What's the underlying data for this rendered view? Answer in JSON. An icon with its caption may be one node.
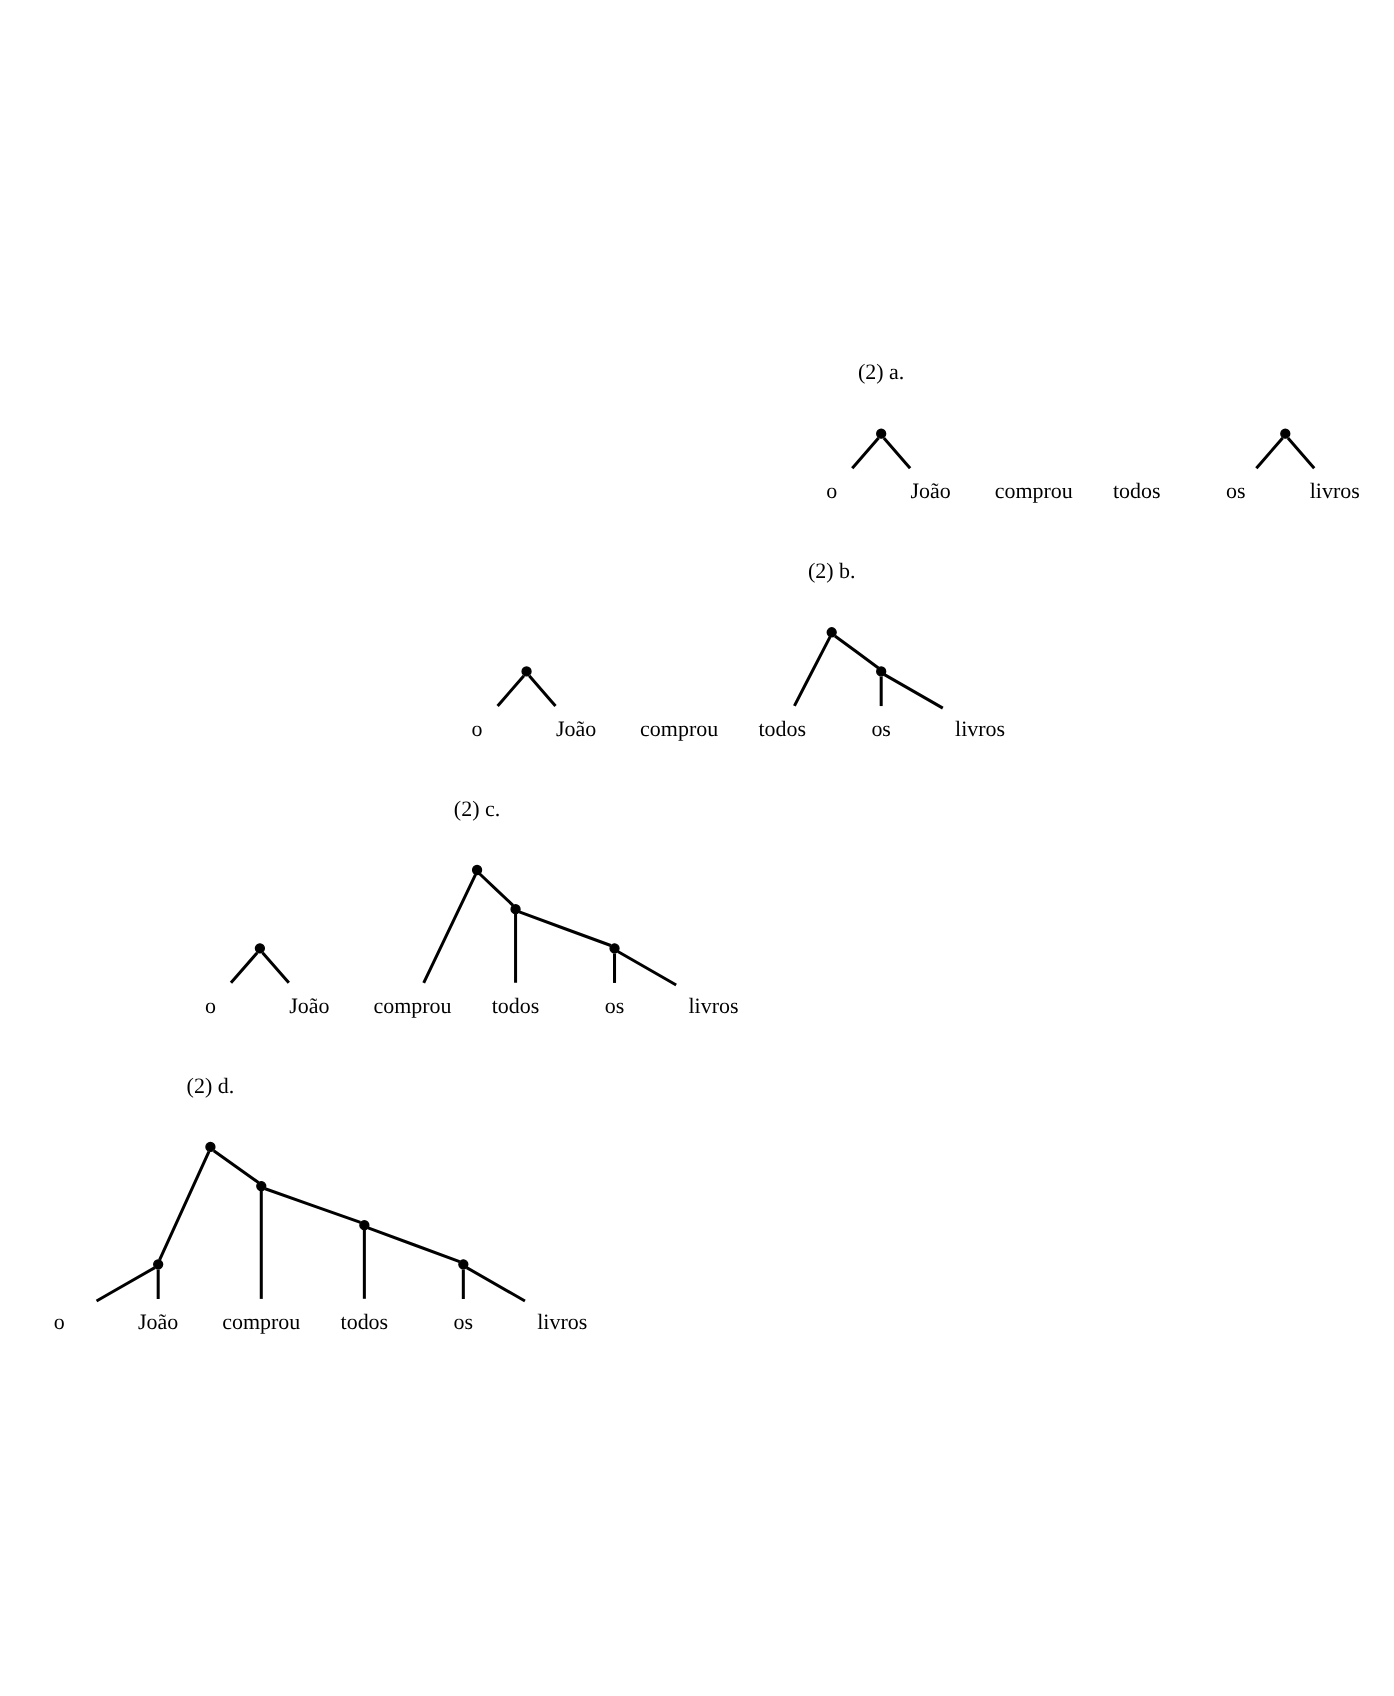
{
  "diagram": {
    "nodes": [
      {
        "text": [],
        "shape": "circle"
      },
      {
        "text": [],
        "shape": "circle"
      },
      {
        "text": [
          "o"
        ]
      },
      {
        "text": [
          "João"
        ]
      },
      {
        "text": [
          "os"
        ]
      },
      {
        "text": [
          "livros"
        ]
      },
      {
        "text": [],
        "shape": "circle"
      },
      {
        "text": [],
        "shape": "circle"
      },
      {
        "text": [],
        "shape": "circle"
      },
      {
        "text": [
          "o"
        ]
      },
      {
        "text": [
          "João"
        ]
      },
      {
        "text": [
          "todos"
        ]
      },
      {
        "text": [
          "os"
        ]
      },
      {
        "text": [
          "livros"
        ]
      },
      {
        "text": [],
        "shape": "circle"
      },
      {
        "text": [],
        "shape": "circle"
      },
      {
        "text": [],
        "shape": "circle"
      },
      {
        "text": [],
        "shape": "circle"
      },
      {
        "text": [
          "o"
        ]
      },
      {
        "text": [
          "João"
        ]
      },
      {
        "text": [
          "comprou"
        ]
      },
      {
        "text": [
          "todos"
        ]
      },
      {
        "text": [
          "os"
        ]
      },
      {
        "text": [
          "livros"
        ]
      },
      {
        "text": [],
        "shape": "circle"
      },
      {
        "text": [],
        "shape": "circle"
      },
      {
        "text": [],
        "shape": "circle"
      },
      {
        "text": [],
        "shape": "circle"
      },
      {
        "text": [],
        "shape": "circle"
      },
      {
        "text": [
          "o"
        ]
      },
      {
        "text": [
          "João"
        ]
      },
      {
        "text": [
          "comprou"
        ]
      },
      {
        "text": [
          "todos"
        ]
      },
      {
        "text": [
          "os"
        ]
      },
      {
        "text": [
          "livros"
        ]
      }
    ],
    "edges": [
      {
        "from": 0,
        "to": 2,
        "arrow": "none"
      },
      {
        "from": 0,
        "to": 3,
        "arrow": "none"
      },
      {
        "from": 1,
        "to": 4,
        "arrow": "none"
      },
      {
        "from": 1,
        "to": 5,
        "arrow": "none"
      },
      {
        "from": 6,
        "to": 9,
        "arrow": "none"
      },
      {
        "from": 6,
        "to": 10,
        "arrow": "none"
      },
      {
        "from": 7,
        "to": 11,
        "arrow": "none"
      },
      {
        "from": 7,
        "to": 8,
        "arrow": "none"
      },
      {
        "from": 8,
        "to": 12,
        "arrow": "none"
      },
      {
        "from": 8,
        "to": 13,
        "arrow": "none"
      },
      {
        "from": 14,
        "to": 18,
        "arrow": "none"
      },
      {
        "from": 14,
        "to": 19,
        "arrow": "none"
      },
      {
        "from": 15,
        "to": 20,
        "arrow": "none"
      },
      {
        "from": 15,
        "to": 16,
        "arrow": "none"
      },
      {
        "from": 16,
        "to": 21,
        "arrow": "none"
      },
      {
        "from": 16,
        "to": 17,
        "arrow": "none"
      },
      {
        "from": 17,
        "to": 22,
        "arrow": "none"
      },
      {
        "from": 17,
        "to": 23,
        "arrow": "none"
      },
      {
        "from": 24,
        "to": 25,
        "arrow": "none"
      },
      {
        "from": 24,
        "to": 26,
        "arrow": "none"
      },
      {
        "from": 25,
        "to": 29,
        "arrow": "none"
      },
      {
        "from": 25,
        "to": 30,
        "arrow": "none"
      },
      {
        "from": 26,
        "to": 31,
        "arrow": "none"
      },
      {
        "from": 26,
        "to": 27,
        "arrow": "none"
      },
      {
        "from": 27,
        "to": 32,
        "arrow": "none"
      },
      {
        "from": 27,
        "to": 28,
        "arrow": "none"
      },
      {
        "from": 28,
        "to": 33,
        "arrow": "none"
      },
      {
        "from": 28,
        "to": 34,
        "arrow": "none"
      }
    ],
    "labels": [
      "(2) a.",
      "comprou",
      "todos",
      "(2) b.",
      "comprou",
      "(2) c.",
      "(2) d."
    ]
  }
}
